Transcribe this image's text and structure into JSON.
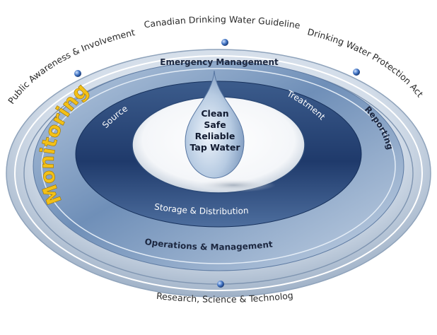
{
  "outer_labels": {
    "public_awareness": "Public Awareness & Involvement",
    "guidelines": "Canadian Drinking Water Guidelines",
    "protection_act": "Drinking Water Protection Act",
    "research": "Research, Science & Technology"
  },
  "ring_labels": {
    "monitoring": "Monitoring",
    "emergency": "Emergency Management",
    "reporting": "Reporting",
    "operations": "Operations & Management"
  },
  "inner_labels": {
    "source": "Source",
    "treatment": "Treatment",
    "storage": "Storage & Distribution"
  },
  "drop_lines": [
    "Clean",
    "Safe",
    "Reliable",
    "Tap Water"
  ],
  "colors": {
    "monitoring": "#f3c017",
    "inner_ring": "#1f3a6b",
    "outer_band": "#6f8fb8",
    "drop": "#a9c1dc"
  }
}
